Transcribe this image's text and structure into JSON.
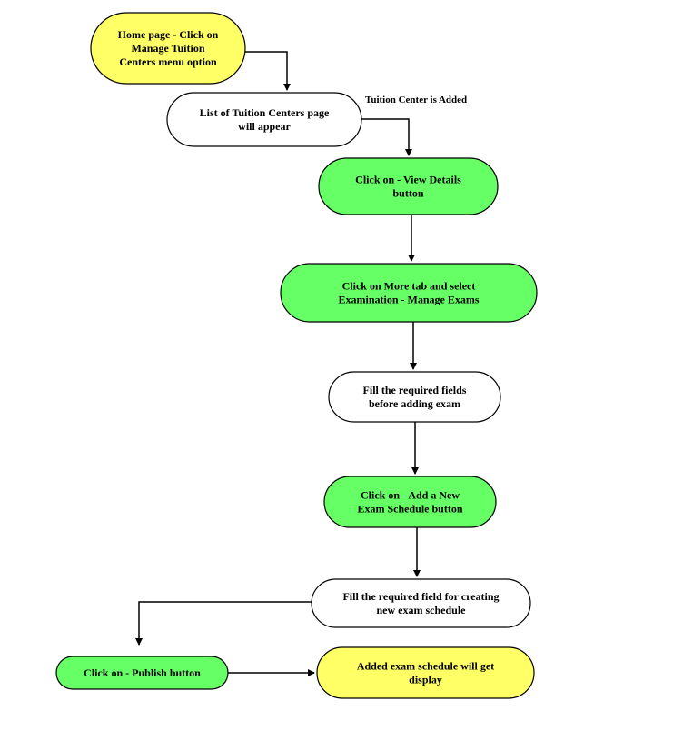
{
  "colors": {
    "yellow": "#ffff66",
    "green": "#66ff66",
    "white": "#ffffff",
    "stroke": "#000000"
  },
  "nodes": {
    "home": {
      "lines": [
        "Home page - Click on",
        "Manage Tuition",
        "Centers menu option"
      ],
      "fill": "yellow"
    },
    "list": {
      "lines": [
        "List of Tuition Centers page",
        "will appear"
      ],
      "fill": "white"
    },
    "view": {
      "lines": [
        "Click on - View Details",
        "button"
      ],
      "fill": "green"
    },
    "more": {
      "lines": [
        "Click on More tab and select",
        "Examination - Manage Exams"
      ],
      "fill": "green"
    },
    "fill1": {
      "lines": [
        "Fill the required fields",
        "before adding exam"
      ],
      "fill": "white"
    },
    "add": {
      "lines": [
        "Click on - Add a New",
        "Exam Schedule button"
      ],
      "fill": "green"
    },
    "fill2": {
      "lines": [
        "Fill the required field for creating",
        "new exam schedule"
      ],
      "fill": "white"
    },
    "publish": {
      "lines": [
        "Click on - Publish button"
      ],
      "fill": "green"
    },
    "done": {
      "lines": [
        "Added exam schedule will get",
        "display"
      ],
      "fill": "yellow"
    }
  },
  "edge_labels": {
    "list_to_view": "Tuition Center is Added"
  }
}
